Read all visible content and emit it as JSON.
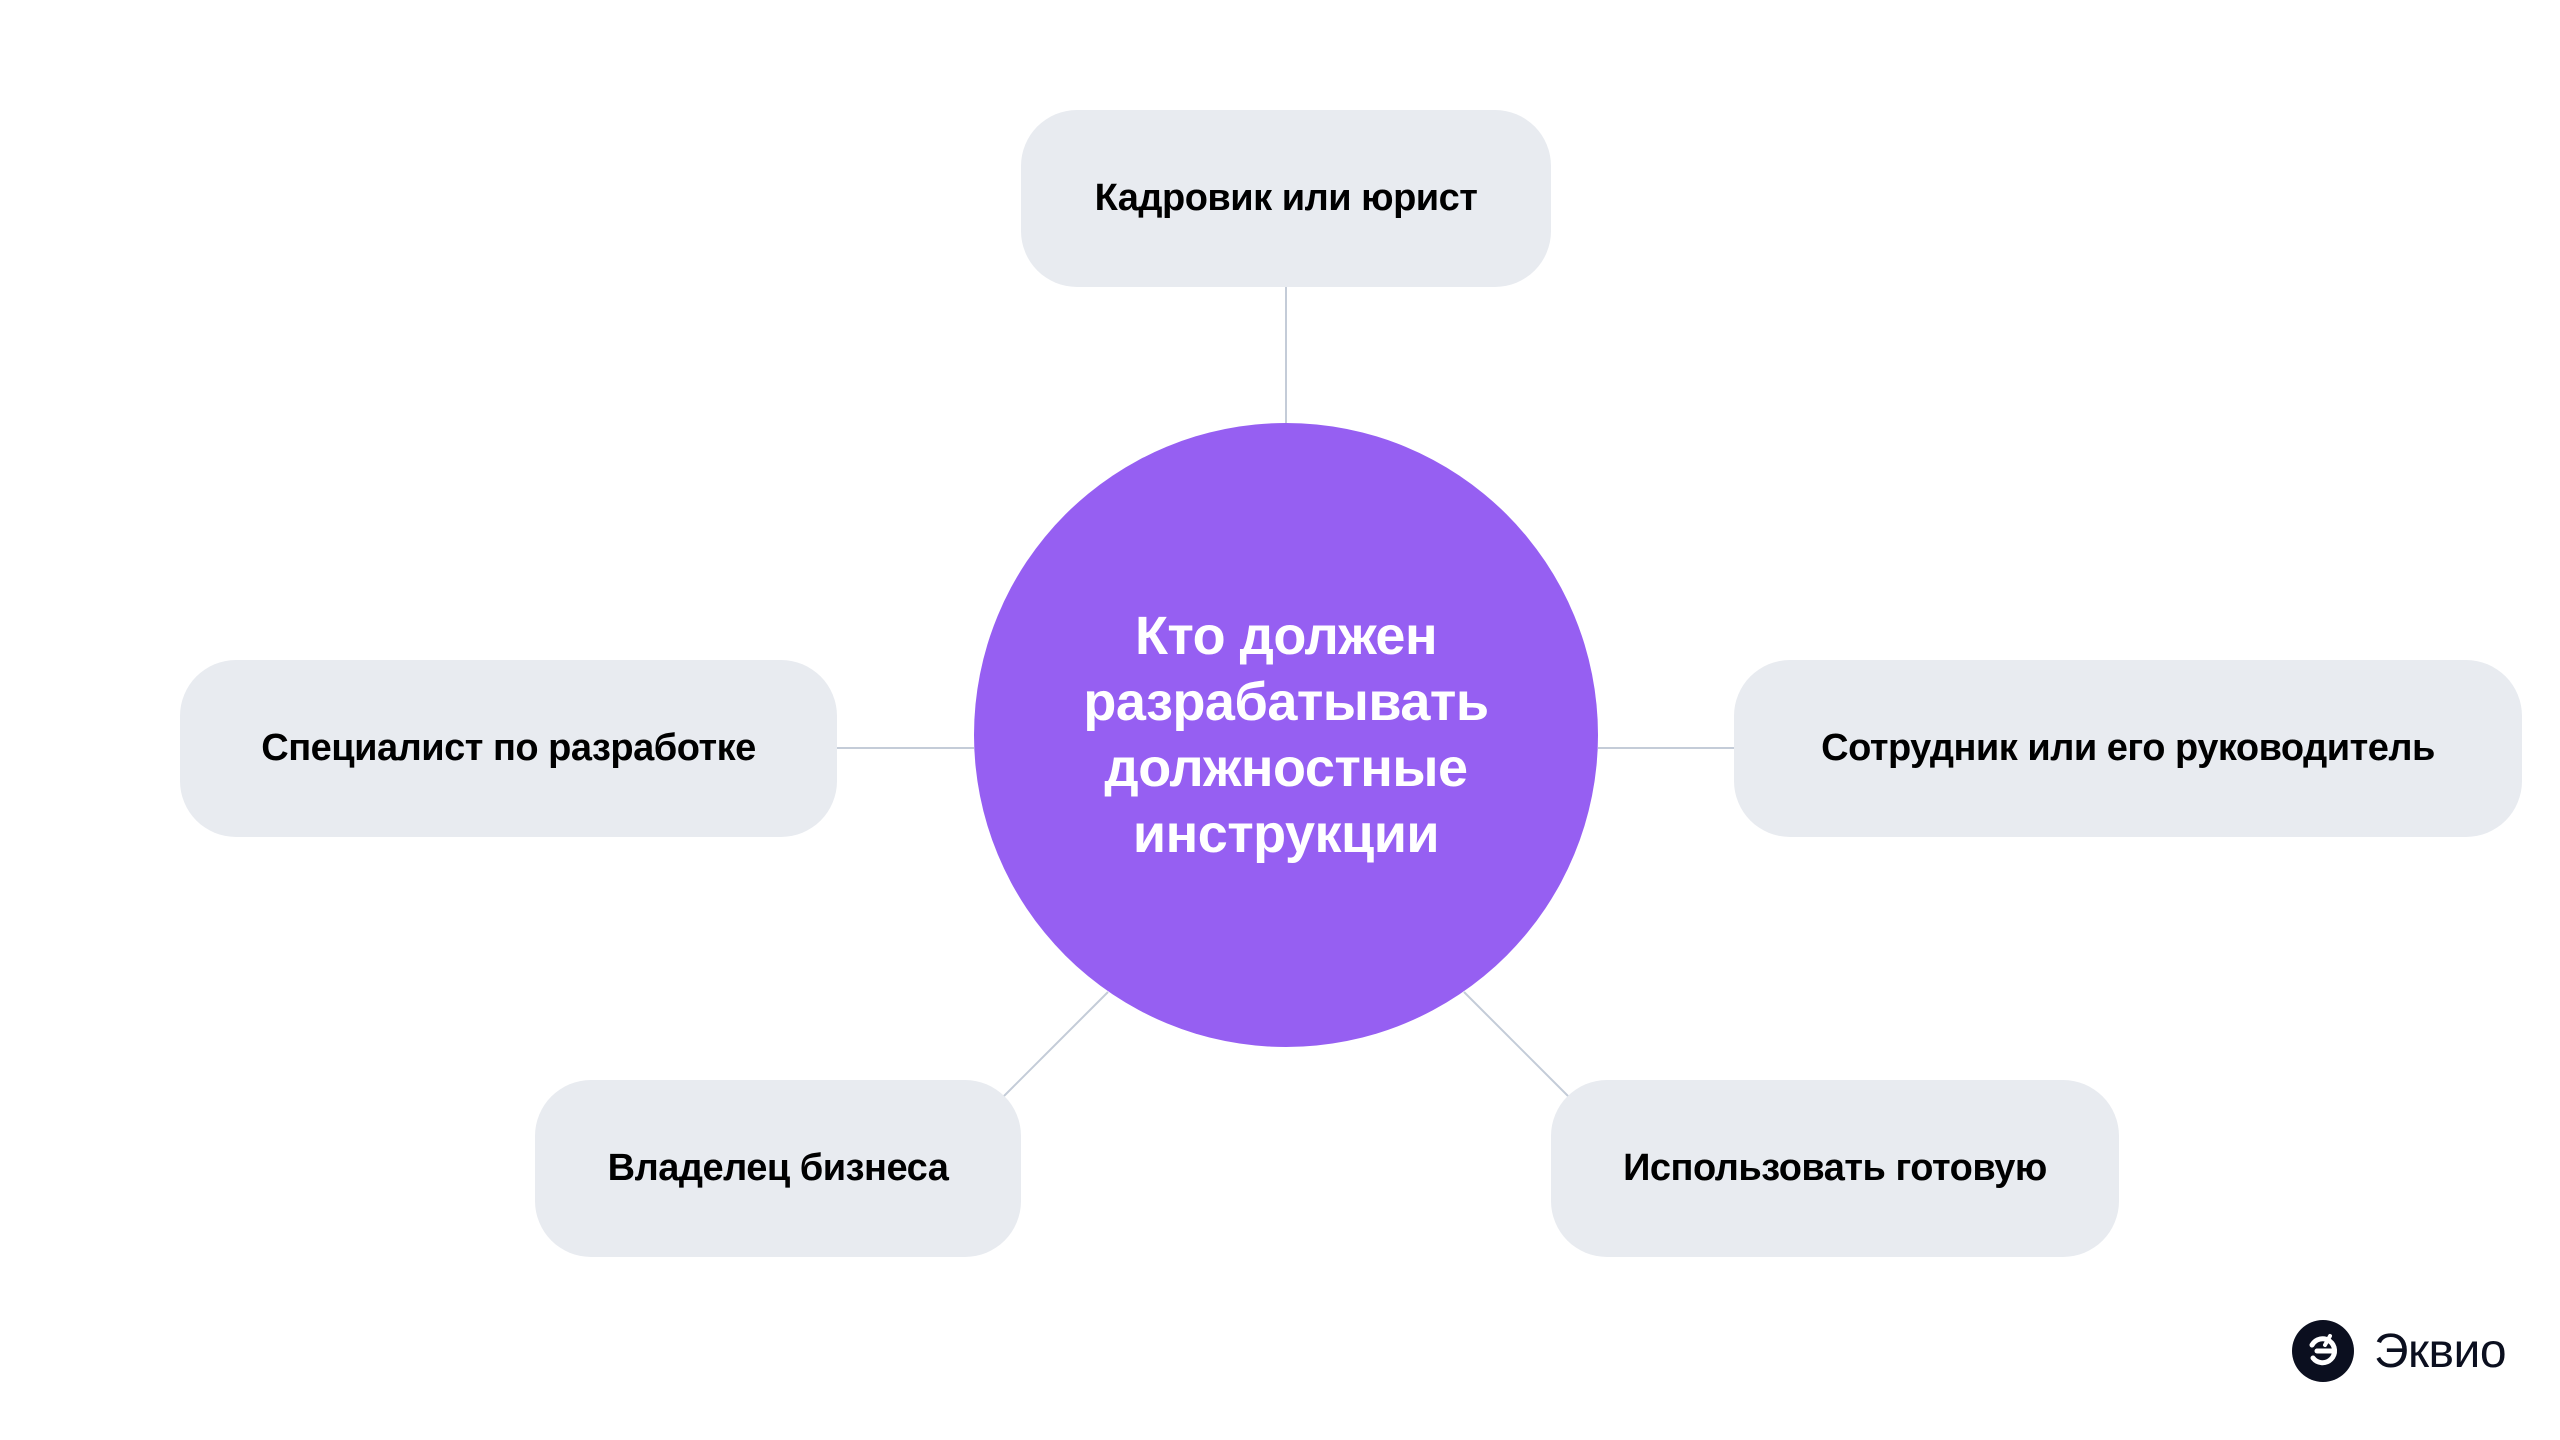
{
  "center": {
    "title": "Кто должен разрабатывать должностные инструкции"
  },
  "nodes": {
    "top": "Кадровик или юрист",
    "left": "Специалист по разработке",
    "right": "Сотрудник или его руководитель",
    "bottom_left": "Владелец бизнеса",
    "bottom_right": "Использовать готовую"
  },
  "logo": {
    "text": "Эквио"
  },
  "colors": {
    "accent": "#965ff2",
    "node_bg": "#e8ebf0",
    "connector": "#c4ccd8",
    "text": "#000000"
  }
}
